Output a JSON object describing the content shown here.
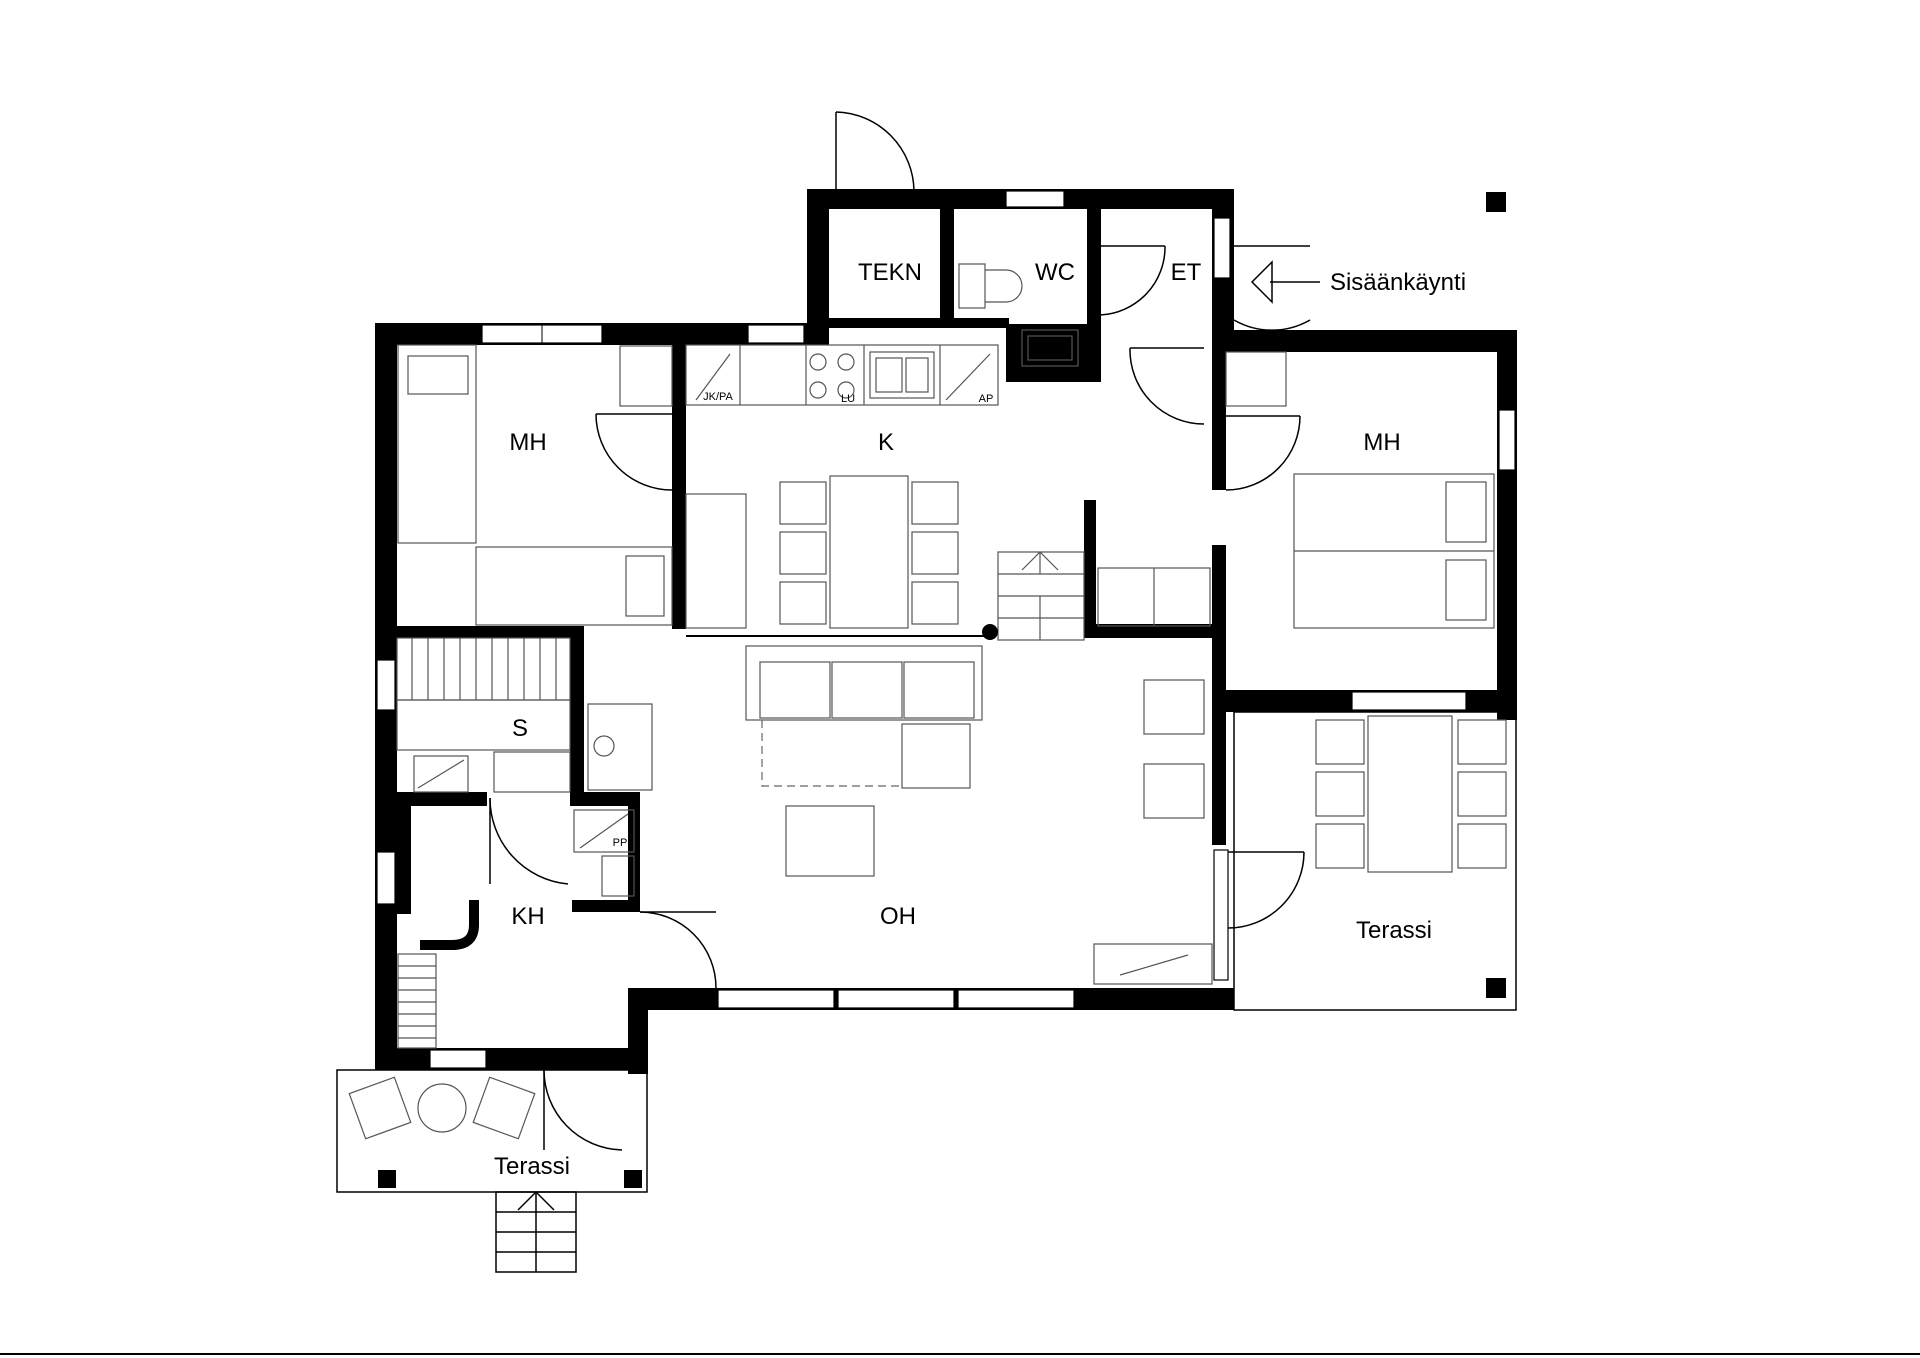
{
  "rooms": {
    "tekn": "TEKN",
    "wc": "WC",
    "et": "ET",
    "mh_left": "MH",
    "kitchen": "K",
    "mh_right": "MH",
    "sauna": "S",
    "kh": "KH",
    "oh": "OH",
    "terrace_right": "Terassi",
    "terrace_bottom": "Terassi"
  },
  "entrance_label": "Sisäänkäynti",
  "appliances": {
    "jkpa": "JK/PA",
    "lu": "LU",
    "ap": "AP",
    "pp": "PP"
  }
}
